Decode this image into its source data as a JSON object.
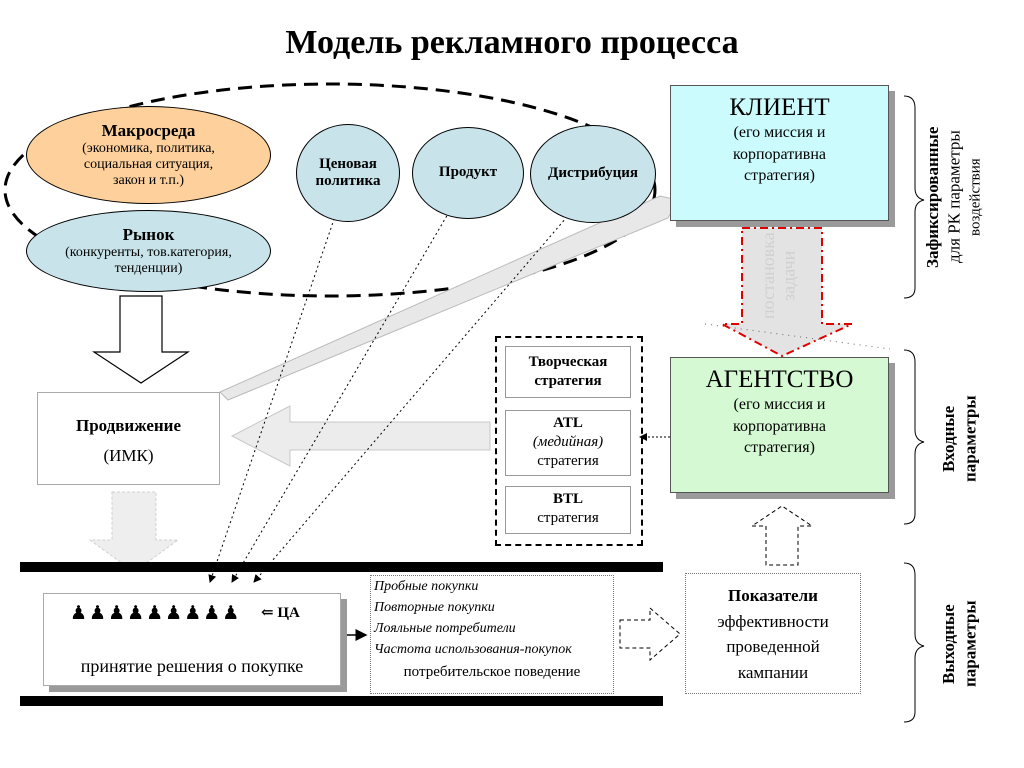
{
  "title": "Модель рекламного процесса",
  "macro": {
    "title": "Макросреда",
    "lines": [
      "(экономика, политика,",
      "социальная ситуация,",
      "закон и т.п.)"
    ]
  },
  "market": {
    "title": "Рынок",
    "lines": [
      "(конкуренты, тов.категория,",
      "тенденции)"
    ]
  },
  "mix": [
    {
      "line1": "Ценовая",
      "line2": "политика"
    },
    {
      "line1": "Продукт",
      "line2": ""
    },
    {
      "line1": "Дистрибуция",
      "line2": ""
    }
  ],
  "client": {
    "title": "КЛИЕНТ",
    "lines": [
      "(его миссия и",
      "корпоративна",
      "стратегия)"
    ]
  },
  "agency": {
    "title": "АГЕНТСТВО",
    "lines": [
      "(его миссия и",
      "корпоративна",
      "стратегия)"
    ]
  },
  "task_arrow": {
    "line1": "постановка",
    "line2": "задачи"
  },
  "promotion": {
    "title": "Продвижение",
    "sub": "(ИМК)"
  },
  "strategies": {
    "creative": [
      "Творческая",
      "стратегия"
    ],
    "atl": {
      "title": "ATL",
      "italic": "(медийная)",
      "sub": "стратегия"
    },
    "btl": {
      "title": "BTL",
      "sub": "стратегия"
    }
  },
  "target": {
    "people": "♟♟♟♟♟♟♟♟♟",
    "label": "⇐ ЦА",
    "decision": "принятие решения о покупке"
  },
  "consumer": {
    "items": [
      "Пробные покупки",
      "Повторные покупки",
      "Лояльные потребители",
      "Частота использования-покупок"
    ],
    "footer": "потребительское поведение"
  },
  "kpi": {
    "title": "Показатели",
    "lines": [
      "эффективности",
      "проведенной",
      "кампании"
    ]
  },
  "side_labels": {
    "fixed": {
      "line1": "Зафиксированные",
      "line2": "для РК параметры",
      "line3": "воздействия"
    },
    "input": {
      "line1": "Входные",
      "line2": "параметры"
    },
    "output": {
      "line1": "Выходные",
      "line2": "параметры"
    }
  },
  "colors": {
    "macro": "#fdd09c",
    "bubble": "#c8e4ea",
    "client": "#ccfbfd",
    "agency": "#d4f9d3",
    "task_arrow": "#e00000"
  }
}
